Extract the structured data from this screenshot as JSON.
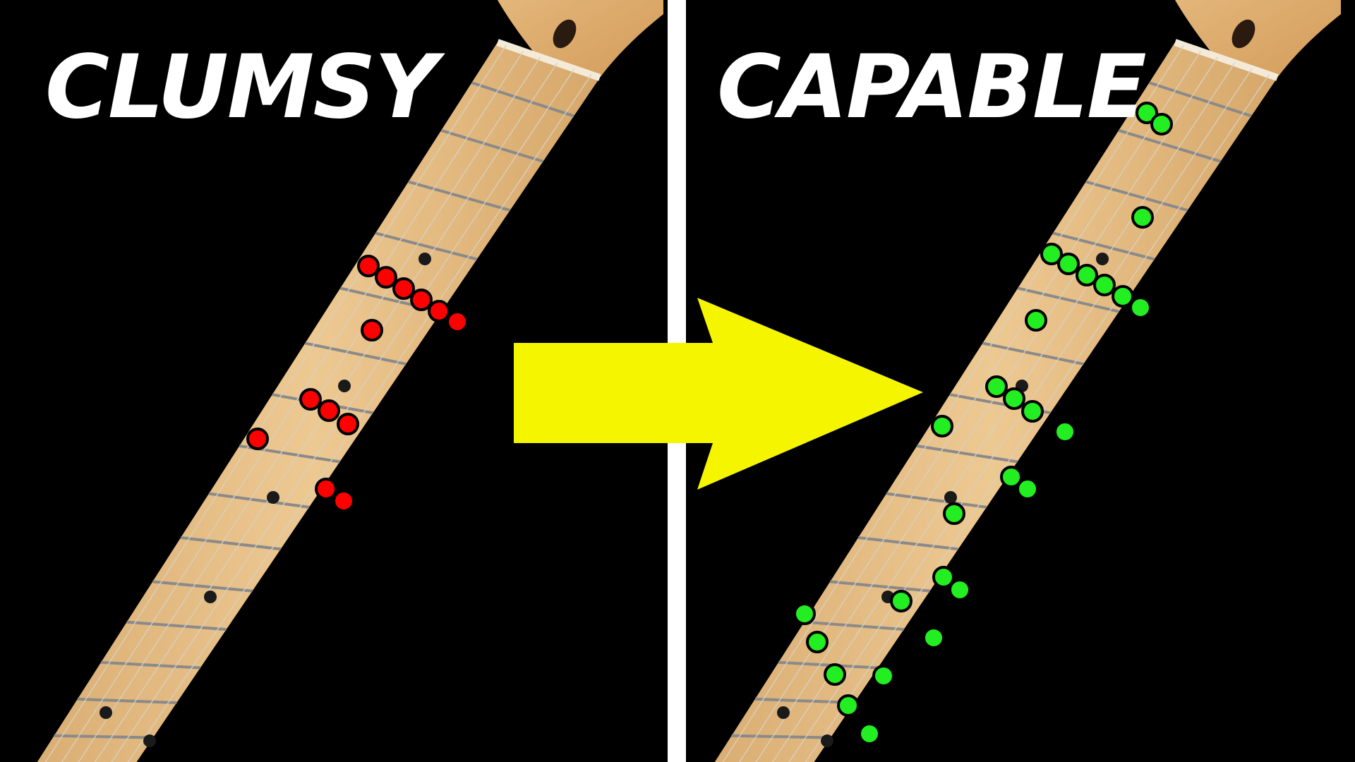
{
  "thumbnail": {
    "background_color": "#000000",
    "divider_color": "#ffffff",
    "arrow_color": "#f5f500",
    "arrow_direction": "right",
    "left_panel": {
      "title": "CLUMSY",
      "dot_color": "#ff0000",
      "note_count": 13
    },
    "right_panel": {
      "title": "CAPABLE",
      "dot_color": "#22ee22",
      "note_count": 28
    },
    "fretboard": {
      "wood_color": "#e7c08a",
      "fret_color": "#8a8a8a",
      "inlay_color": "#1a1a1a",
      "string_color": "#d9d0c0"
    }
  }
}
